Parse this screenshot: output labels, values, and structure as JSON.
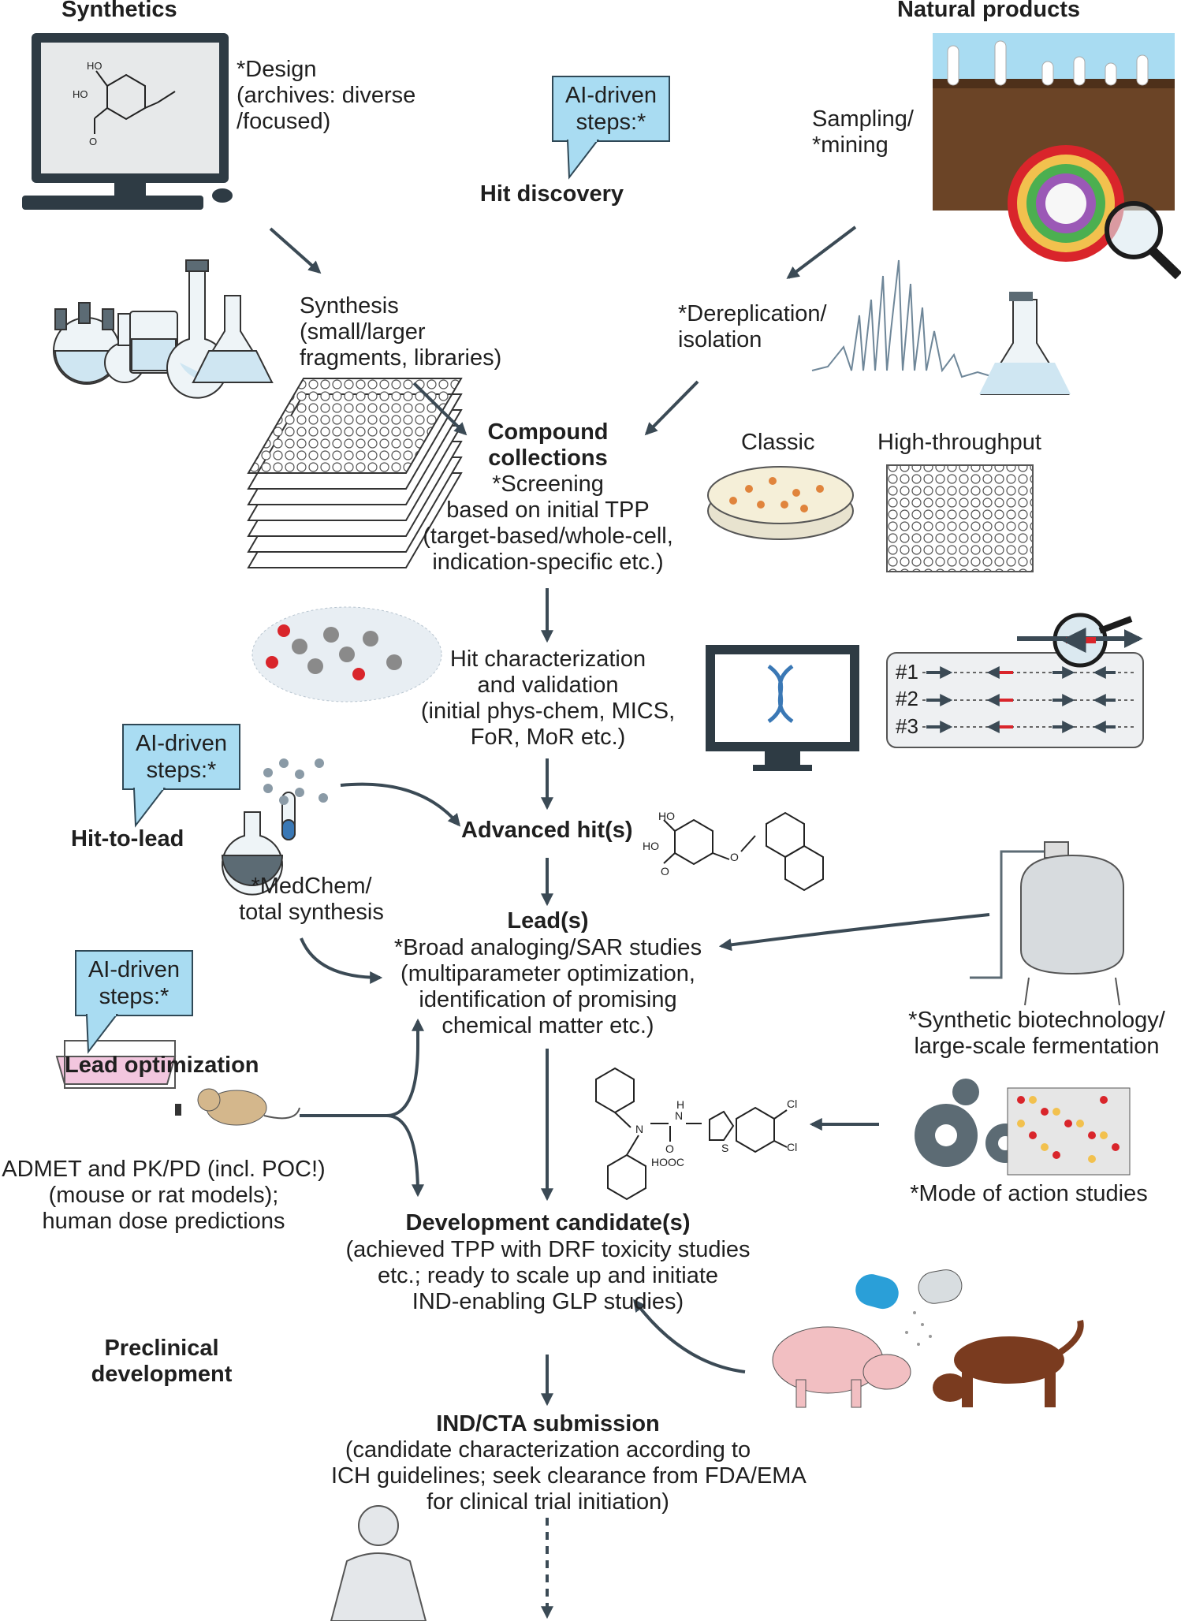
{
  "synthetics": {
    "header": "Synthetics",
    "design": "*Design\n(archives: diverse\n/focused)",
    "synthesis": "Synthesis\n(small/larger\nfragments, libraries)",
    "molecule_labels": {
      "ho_top": "HO",
      "ho_acid": "HO",
      "o": "O"
    }
  },
  "natural_products": {
    "header": "Natural products",
    "sampling": "Sampling/\n*mining",
    "dereplication": "*Dereplication/\nisolation"
  },
  "ai_bubbles": {
    "top": "AI-driven\nsteps:*",
    "hit_to_lead": "AI-driven\nsteps:*",
    "lead_optimization": "AI-driven\nsteps:*"
  },
  "stages": {
    "hit_discovery": "Hit discovery",
    "hit_to_lead": "Hit-to-lead",
    "lead_optimization": "Lead optimization",
    "preclinical": "Preclinical\ndevelopment"
  },
  "flow": {
    "compound_collections_title": "Compound\ncollections",
    "compound_collections_body": "*Screening\nbased on initial TPP\n(target-based/whole-cell,\nindication-specific etc.)",
    "hit_characterization": "Hit characterization\nand validation\n(initial phys-chem, MICS,\nFoR, MoR etc.)",
    "advanced_hits": "Advanced hit(s)",
    "leads_title": "Lead(s)",
    "leads_body": "*Broad analoging/SAR studies\n(multiparameter optimization,\nidentification of promising\nchemical matter etc.)",
    "dev_candidate_title": "Development candidate(s)",
    "dev_candidate_body": "(achieved TPP with DRF toxicity studies\netc.; ready to scale up and initiate\nIND-enabling GLP studies)",
    "ind_title": "IND/CTA submission",
    "ind_body": "(candidate characterization according to\nICH guidelines; seek clearance from FDA/EMA\nfor clinical trial initiation)"
  },
  "screening_formats": {
    "classic": "Classic",
    "high_throughput": "High-throughput"
  },
  "genes": {
    "row1": "#1",
    "row2": "#2",
    "row3": "#3"
  },
  "side_notes": {
    "medchem": "*MedChem/\ntotal synthesis",
    "biotech": "*Synthetic biotechnology/\nlarge-scale fermentation",
    "moa": "*Mode of action studies",
    "admet": "ADMET and PK/PD (incl. POC!)\n(mouse or rat models);\nhuman dose predictions"
  },
  "advanced_hit_molecule": {
    "ho_top": "HO",
    "ho_acid": "HO",
    "o1": "O",
    "o2": "O"
  },
  "candidate_molecule": {
    "n1": "N",
    "n2": "N",
    "h": "H",
    "o": "O",
    "s": "S",
    "cl1": "Cl",
    "cl2": "Cl",
    "cooh": "HOOC"
  },
  "colors": {
    "arrow": "#3b4a55",
    "bubble": "#a9dcf2",
    "soil": "#6b4426",
    "red": "#d9252b"
  }
}
